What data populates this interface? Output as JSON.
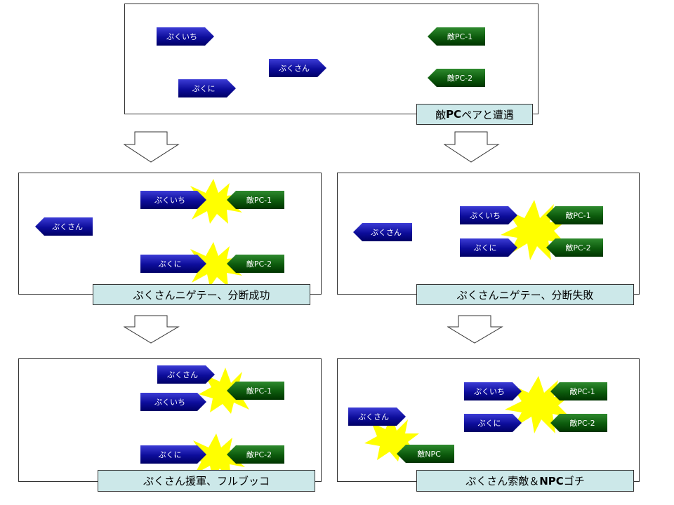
{
  "panels": {
    "p1": {
      "caption_pre": "敵",
      "caption_bold": "PC",
      "caption_post": "ペアと遭遇",
      "units": [
        "ぷくいち",
        "ぷくさん",
        "ぷくに",
        "敵PC-1",
        "敵PC-2"
      ]
    },
    "p2": {
      "caption": "ぷくさんニゲテー、分断成功",
      "units": [
        "ぷくさん",
        "ぷくいち",
        "敵PC-1",
        "ぷくに",
        "敵PC-2"
      ]
    },
    "p3": {
      "caption": "ぷくさんニゲテー、分断失敗",
      "units": [
        "ぷくさん",
        "ぷくいち",
        "ぷくに",
        "敵PC-1",
        "敵PC-2"
      ]
    },
    "p4": {
      "caption": "ぷくさん援軍、フルブッコ",
      "units": [
        "ぷくさん",
        "ぷくいち",
        "敵PC-1",
        "ぷくに",
        "敵PC-2"
      ]
    },
    "p5": {
      "caption_pre": "ぷくさん索敵＆",
      "caption_bold": "NPC",
      "caption_post": "ゴチ",
      "units": [
        "ぷくいち",
        "ぷくに",
        "敵PC-1",
        "敵PC-2",
        "ぷくさん",
        "敵NPC"
      ]
    }
  },
  "colors": {
    "friendly_unit": "#0c0c9a",
    "enemy_unit": "#0c5a0c",
    "clash_burst": "#ffff00",
    "caption_bg": "#cce8e9"
  }
}
